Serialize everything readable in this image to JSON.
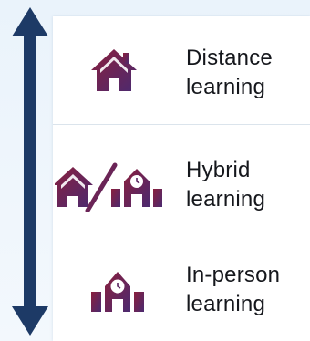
{
  "items": [
    {
      "line1": "Distance",
      "line2": "learning",
      "icon": "house-icon"
    },
    {
      "line1": "Hybrid",
      "line2": "learning",
      "icon": "house-school-hybrid-icon"
    },
    {
      "line1": "In-person",
      "line2": "learning",
      "icon": "school-icon"
    }
  ],
  "colors": {
    "arrow": "#1d3a66",
    "icon_gradient_start": "#7a1d3f",
    "icon_gradient_end": "#4a2a6b",
    "card_background": "#ffffff",
    "page_background": "#eaf3fb"
  }
}
